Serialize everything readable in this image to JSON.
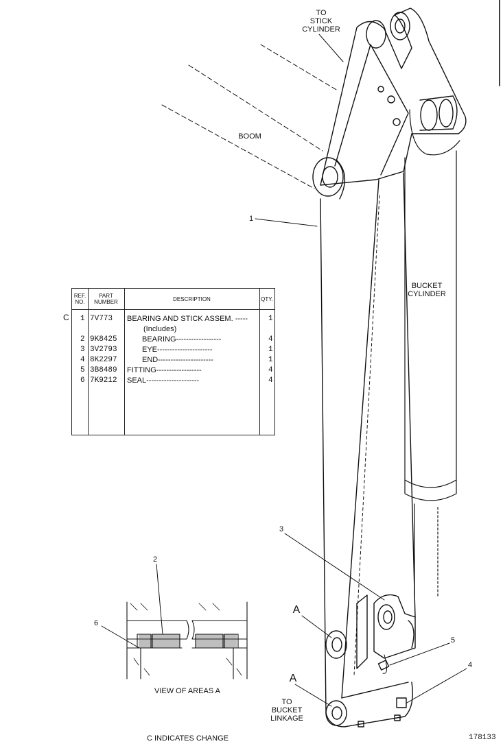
{
  "callouts": {
    "to_stick_cylinder": [
      "TO",
      "STICK",
      "CYLINDER"
    ],
    "boom": "BOOM",
    "bucket_cylinder": [
      "BUCKET",
      "CYLINDER"
    ],
    "to_bucket_linkage": [
      "TO",
      "BUCKET",
      "LINKAGE"
    ],
    "area_a_upper": "A",
    "area_a_lower": "A",
    "ref_1": "1",
    "ref_2": "2",
    "ref_3": "3",
    "ref_4": "4",
    "ref_5": "5",
    "ref_6": "6",
    "view_of_areas": "VIEW OF AREAS A"
  },
  "parts_table": {
    "headers": {
      "ref_no": [
        "REF.",
        "NO."
      ],
      "part_number": [
        "PART",
        "NUMBER"
      ],
      "description": "DESCRIPTION",
      "qty": "QTY."
    },
    "change_mark": "C",
    "rows": [
      {
        "ref": "1",
        "part": "7V773",
        "desc": "BEARING AND STICK ASSEM. -----",
        "qty": "1"
      },
      {
        "ref": "",
        "part": "",
        "desc": "(Includes)",
        "qty": ""
      },
      {
        "ref": "2",
        "part": "9K8425",
        "desc": "BEARING------------------",
        "qty": "4"
      },
      {
        "ref": "3",
        "part": "3V2793",
        "desc": "EYE----------------------",
        "qty": "1"
      },
      {
        "ref": "4",
        "part": "8K2297",
        "desc": "END----------------------",
        "qty": "1"
      },
      {
        "ref": "5",
        "part": "3B8489",
        "desc": "FITTING------------------",
        "qty": "4"
      },
      {
        "ref": "6",
        "part": "7K9212",
        "desc": "SEAL---------------------",
        "qty": "4"
      }
    ]
  },
  "footer": {
    "change_note": "C INDICATES CHANGE",
    "drawing_number": "178133"
  }
}
